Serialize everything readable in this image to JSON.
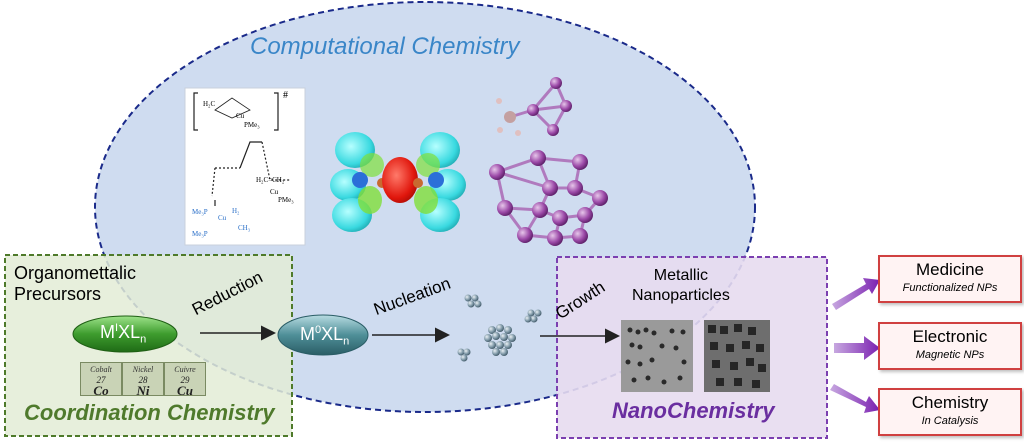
{
  "titles": {
    "computational": "Computational Chemistry",
    "coordination": "Coordination Chemistry",
    "nano": "NanoChemistry"
  },
  "precursors": {
    "line1": "Organomettalic",
    "line2": "Precursors"
  },
  "ellipses": {
    "mixl_prefix": "M",
    "mixl_sup": "I",
    "mixl_mid": "XL",
    "mixl_sub": "n",
    "m0xl_prefix": "M",
    "m0xl_sup": "0",
    "m0xl_mid": "XL",
    "m0xl_sub": "n"
  },
  "elements": [
    {
      "name": "Cobalt",
      "number": "27",
      "symbol": "Co"
    },
    {
      "name": "Nickel",
      "number": "28",
      "symbol": "Ni"
    },
    {
      "name": "Cuivre",
      "number": "29",
      "symbol": "Cu"
    }
  ],
  "steps": {
    "reduction": "Reduction",
    "nucleation": "Nucleation",
    "growth": "Growth"
  },
  "nanoparticles": {
    "line1": "Metallic",
    "line2": "Nanoparticles"
  },
  "applications": [
    {
      "title": "Medicine",
      "subtitle": "Functionalized NPs"
    },
    {
      "title": "Electronic",
      "subtitle": "Magnetic NPs"
    },
    {
      "title": "Chemistry",
      "subtitle": "In Catalysis"
    }
  ],
  "mechanism": {
    "ts_mark": "#",
    "upper_label": "Cu",
    "pme3": "PMe₃",
    "h2c": "H₂C",
    "mid_label": "H₂C=CH₂",
    "mid_cu": "Cu",
    "bottom_me3p_1": "Me₃P",
    "bottom_me3p_2": "Me₃P",
    "bottom_cu": "Cu",
    "bottom_h2": "H₂",
    "bottom_ch3": "CH₃"
  },
  "colors": {
    "ellipse_fill": "#cfdcf0",
    "ellipse_stroke": "#1a2a8a",
    "coord_box_fill": "#e3ecd6",
    "coord_box_stroke": "#4e7a2a",
    "nano_box_fill": "#e7dcf0",
    "nano_box_stroke": "#7b3fb0",
    "mixl_green": "#3e9c2e",
    "m0xl_teal": "#4f8f98",
    "app_border": "#d04040",
    "app_arrow": "#8a2fb0"
  }
}
